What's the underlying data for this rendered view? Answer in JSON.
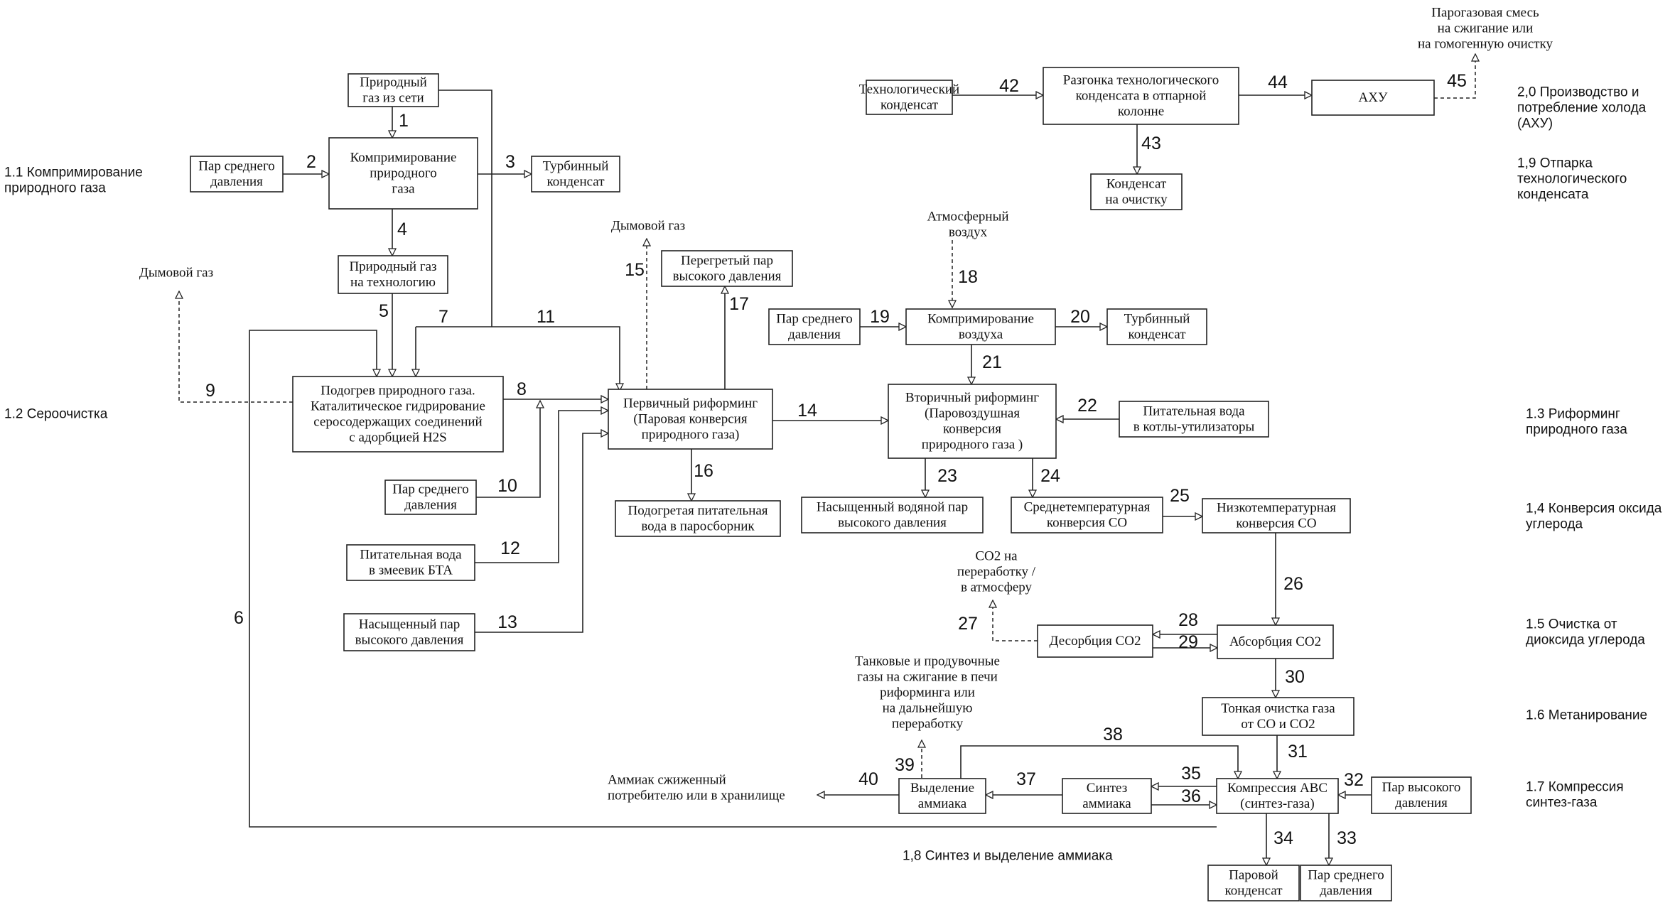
{
  "boxes": {
    "natural_gas_grid": [
      "Природный",
      "газ из сети"
    ],
    "mp_steam_1": [
      "Пар среднего",
      "давления"
    ],
    "gas_compression": [
      "Компримирование",
      "природного",
      "газа"
    ],
    "turbine_condensate_1": [
      "Турбинный",
      "конденсат"
    ],
    "gas_to_process": [
      "Природный газ",
      "на технологию"
    ],
    "gas_heating": [
      "Подогрев природного газа.",
      "Каталитическое гидрирование",
      "серосодержащих соединений",
      "с  адорбцией H2S"
    ],
    "mp_steam_2": [
      "Пар среднего",
      "давления"
    ],
    "bfw_coil": [
      "Питательная вода",
      "в змеевик БТА"
    ],
    "saturated_hp_steam": [
      "Насыщенный пар",
      "высокого давления"
    ],
    "primary_reforming": [
      "Первичный риформинг",
      "(Паровая конверсия",
      "природного газа)"
    ],
    "superheated_hp_steam": [
      "Перегретый пар",
      "высокого давления"
    ],
    "heated_bfw": [
      "Подогретая питательная",
      "вода в паросборник"
    ],
    "mp_steam_3": [
      "Пар среднего",
      "давления"
    ],
    "air_compression": [
      "Компримирование",
      "воздуха"
    ],
    "turbine_condensate_2": [
      "Турбинный",
      "конденсат"
    ],
    "secondary_reforming": [
      "Вторичный риформинг",
      "(Паровоздушная",
      "конверсия",
      "природного газа )"
    ],
    "bfw_boilers": [
      "Питательная вода",
      "в котлы-утилизаторы"
    ],
    "saturated_water_steam": [
      "Насыщенный водяной пар",
      "высокого давления"
    ],
    "mt_conversion": [
      "Среднетемпературная",
      "конверсия СО"
    ],
    "lt_conversion": [
      "Низкотемпературная",
      "конверсия СО"
    ],
    "co2_desorption": [
      "Десорбция СО2"
    ],
    "co2_absorption": [
      "Абсорбция СО2"
    ],
    "fine_purification": [
      "Тонкая очистка газа",
      "от СО и СО2"
    ],
    "abc_compression": [
      "Компрессия АВС",
      "(синтез-газа)"
    ],
    "hp_steam": [
      "Пар высокого",
      "давления"
    ],
    "ammonia_synthesis": [
      "Синтез",
      "аммиака"
    ],
    "ammonia_separation": [
      "Выделение",
      "аммиака"
    ],
    "steam_condensate": [
      "Паровой",
      "конденсат"
    ],
    "mp_steam_4": [
      "Пар среднего",
      "давления"
    ],
    "process_condensate": [
      "Технологический",
      "конденсат"
    ],
    "condensate_stripping": [
      "Разгонка технологического",
      "конденсата в отпарной",
      "колонне"
    ],
    "ahu": [
      "АХУ"
    ],
    "condensate_cleanup": [
      "Конденсат",
      "на очистку"
    ]
  },
  "labels": {
    "flue_gas_left": [
      "Дымовой газ"
    ],
    "flue_gas_mid": [
      "Дымовой газ"
    ],
    "atmospheric_air": [
      "Атмосферный",
      "воздух"
    ],
    "co2_out": [
      "СО2 на",
      "переработку /",
      "в атмосферу"
    ],
    "tank_gases": [
      "Танковые и продувочные",
      "газы  на сжигание в печи",
      "риформинга или",
      "на дальнейшую",
      "переработку"
    ],
    "liquid_ammonia": [
      "Аммиак сжиженный",
      "потребителю или в хранилище"
    ],
    "steam_gas_mix": [
      "Парогазовая смесь",
      "на сжигание или",
      "на гомогенную очистку"
    ]
  },
  "stages": {
    "s1_1": [
      "1.1 Компримирование",
      "природного газа"
    ],
    "s1_2": [
      "1.2 Сероочистка"
    ],
    "s1_3": [
      "1.3 Риформинг",
      "природного газа"
    ],
    "s1_4": [
      "1,4 Конверсия оксида",
      "углерода"
    ],
    "s1_5": [
      "1.5 Очистка от",
      "диоксида углерода"
    ],
    "s1_6": [
      "1.6 Метанирование"
    ],
    "s1_7": [
      "1.7 Компрессия",
      "синтез-газа"
    ],
    "s1_8": [
      "1,8 Синтез и выделение аммиака"
    ],
    "s1_9": [
      "1,9 Отпарка",
      "технологического",
      "конденсата"
    ],
    "s2_0": [
      "2,0 Производство и",
      "потребление холода",
      "(АХУ)"
    ]
  },
  "flow_numbers": [
    "1",
    "2",
    "3",
    "4",
    "5",
    "6",
    "7",
    "8",
    "9",
    "10",
    "11",
    "12",
    "13",
    "14",
    "15",
    "16",
    "17",
    "18",
    "19",
    "20",
    "21",
    "22",
    "23",
    "24",
    "25",
    "26",
    "27",
    "28",
    "29",
    "30",
    "31",
    "32",
    "33",
    "34",
    "35",
    "36",
    "37",
    "38",
    "39",
    "40",
    "42",
    "43",
    "44",
    "45"
  ],
  "colors": {
    "ink": "#222222",
    "background": "#ffffff"
  }
}
